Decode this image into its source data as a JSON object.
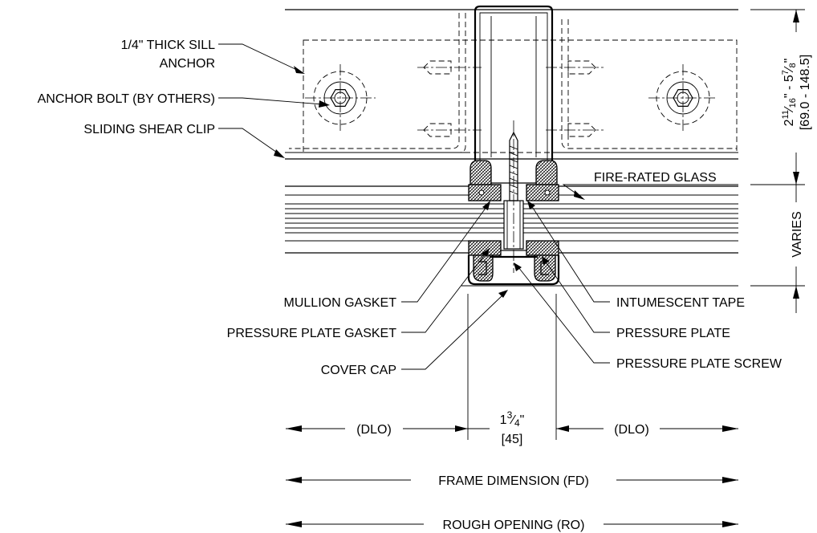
{
  "callouts": {
    "sill_anchor_line1": "1/4\" THICK SILL",
    "sill_anchor_line2": "ANCHOR",
    "anchor_bolt": "ANCHOR BOLT (BY OTHERS)",
    "sliding_shear_clip": "SLIDING SHEAR CLIP",
    "fire_rated_glass": "FIRE-RATED GLASS",
    "mullion_gasket": "MULLION GASKET",
    "pressure_plate_gasket": "PRESSURE PLATE GASKET",
    "cover_cap": "COVER CAP",
    "intumescent_tape": "INTUMESCENT TAPE",
    "pressure_plate": "PRESSURE PLATE",
    "pressure_plate_screw": "PRESSURE PLATE SCREW"
  },
  "dimensions": {
    "depth_whole": "2",
    "depth_frac_num": "11",
    "depth_frac_den": "16",
    "depth_mid": "\" - 5",
    "depth_frac2_num": "7",
    "depth_frac2_den": "8",
    "depth_inch": "\"",
    "depth_metric": "[69.0 - 148.5]",
    "glass_varies": "VARIES",
    "dlo_left": "(DLO)",
    "dlo_right": "(DLO)",
    "mullion_whole": "1",
    "mullion_frac_num": "3",
    "mullion_frac_den": "4",
    "mullion_inch": "\"",
    "mullion_metric": "[45]",
    "frame_dimension": "FRAME DIMENSION (FD)",
    "rough_opening": "ROUGH OPENING (RO)"
  }
}
